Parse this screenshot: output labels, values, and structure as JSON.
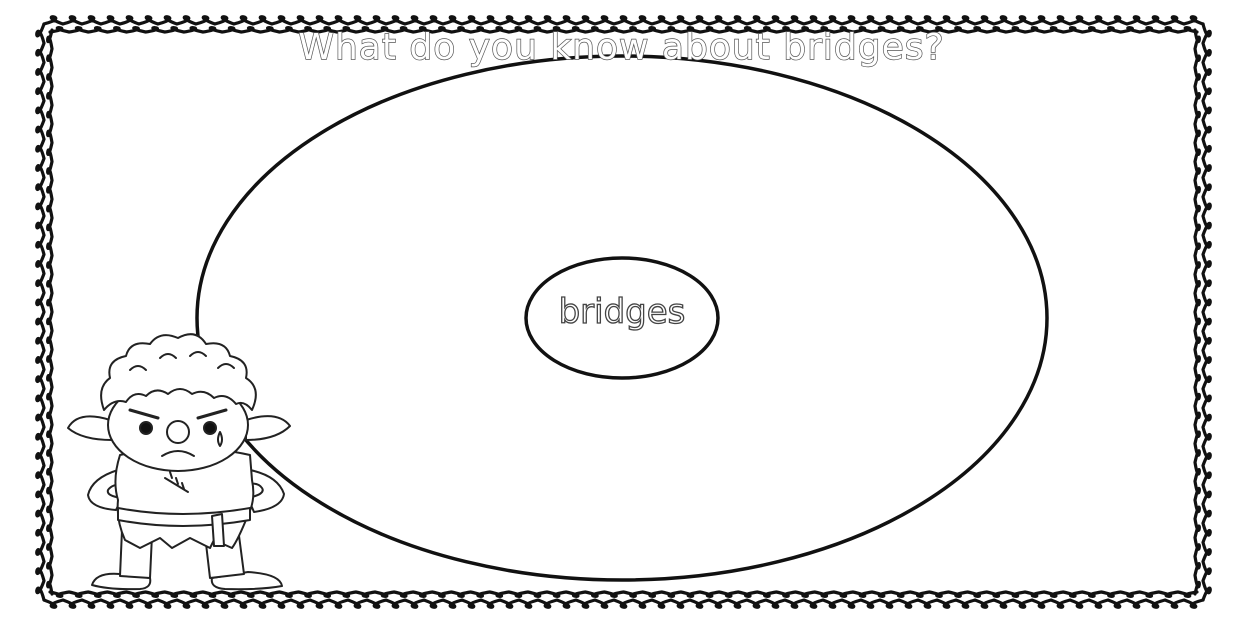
{
  "worksheet": {
    "title": "What do you know about bridges?",
    "center_label": "bridges"
  },
  "colors": {
    "ink": "#111111",
    "title_outline": "#555555",
    "paper": "#ffffff"
  },
  "decorations": {
    "border": "loopy-scribble-frame",
    "character": "grumpy-troll-illustration"
  }
}
